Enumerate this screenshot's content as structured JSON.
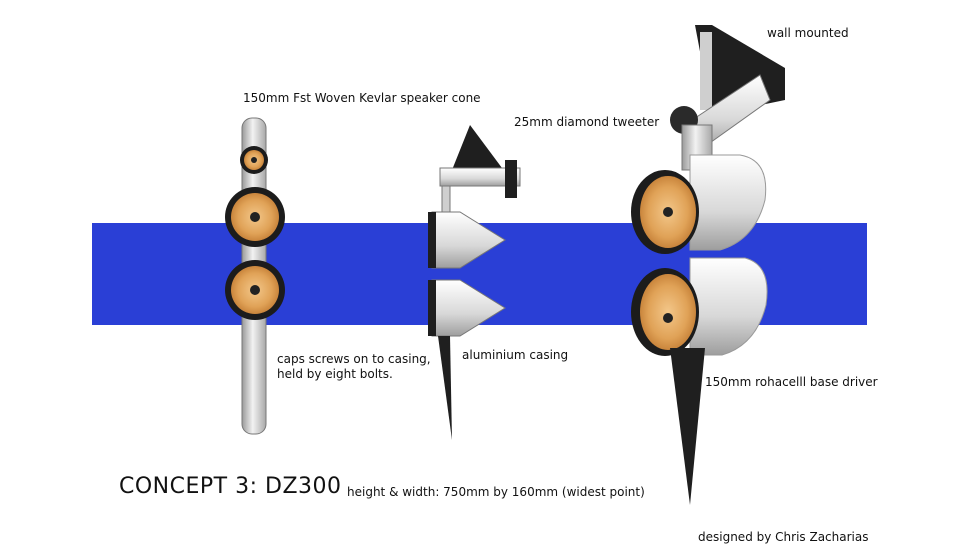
{
  "colors": {
    "band": "#2a3fd6",
    "cone": "#e0a257",
    "metal": "#c9c9c9",
    "dark": "#222222"
  },
  "labels": {
    "cone": "150mm Fst Woven Kevlar speaker cone",
    "tweeter": "25mm diamond tweeter",
    "wall": "wall mounted",
    "caps_line1": "caps screws on to casing,",
    "caps_line2": "held by eight bolts.",
    "casing": "aluminium casing",
    "driver": "150mm rohacelll base driver"
  },
  "title": "CONCEPT 3: DZ300",
  "dimensions": "height & width:  750mm by 160mm (widest point)",
  "credit": "designed by Chris Zacharias"
}
